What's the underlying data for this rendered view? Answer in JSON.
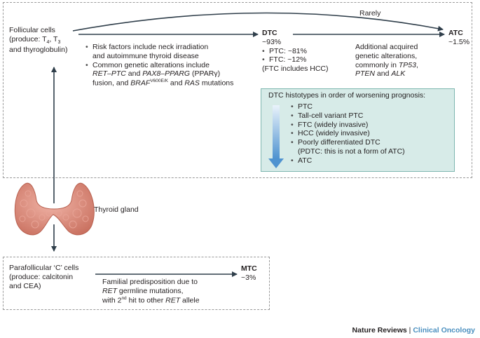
{
  "follicular": {
    "line1": "Follicular cells",
    "line2_pre": "(produce: T",
    "sub4": "4",
    "sep": ", T",
    "sub3": "3",
    "line3": "and thyroglobulin)"
  },
  "risk": {
    "bullet1_l1": "Risk factors include neck irradiation",
    "bullet1_l2": "and autoimmune thyroid disease",
    "bullet2_l1": "Common genetic alterations include",
    "retptc": "RET–PTC",
    "and1": " and ",
    "pax8": "PAX8–PPARG",
    "ppar": " (PPARγ)",
    "fusion": "fusion, and ",
    "braf": "BRAF",
    "braf_sup": "V600E/K",
    "and2": " and ",
    "ras": "RAS",
    "mutations": " mutations"
  },
  "dtc": {
    "title": "DTC",
    "pct": "~93%",
    "ptc": "PTC: ~81%",
    "ftc": "FTC: ~12%",
    "note": "(FTC includes HCC)"
  },
  "rarely": "Rarely",
  "acquired": {
    "l1": "Additional acquired",
    "l2": "genetic alterations,",
    "l3_pre": "commonly in ",
    "tp53": "TP53",
    "l3_post": ",",
    "pten": "PTEN",
    "and": " and ",
    "alk": "ALK"
  },
  "atc": {
    "title": "ATC",
    "pct": "~1.5%"
  },
  "histotypes": {
    "title": "DTC histotypes in order of worsening prognosis:",
    "items": [
      "PTC",
      "Tall-cell variant PTC",
      "FTC (widely invasive)",
      "HCC (widely invasive)",
      "Poorly differentiated DTC",
      "ATC"
    ],
    "pdtc_note": "(PDTC: this is not a form of ATC)"
  },
  "thyroid_label": "Thyroid gland",
  "parafollicular": {
    "l1": "Parafollicular ‘C’ cells",
    "l2": "(produce: calcitonin",
    "l3": "and CEA)"
  },
  "familial": {
    "l1": "Familial predisposition due to",
    "ret1": "RET",
    "l2_post": " germline mutations,",
    "l3_pre": "with 2",
    "nd": "nd",
    "l3_mid": " hit to other ",
    "ret2": "RET",
    "l3_post": " allele"
  },
  "mtc": {
    "title": "MTC",
    "pct": "~3%"
  },
  "footer": {
    "journal": "Nature Reviews",
    "sep": " | ",
    "section": "Clinical Oncology"
  },
  "colors": {
    "arrow": "#2f3e4a",
    "teal_bg": "#d7ebe8",
    "gradient_arrow": "#5b9fd6",
    "thyroid": "#d98c80",
    "brand_blue": "#4a8fbf"
  }
}
